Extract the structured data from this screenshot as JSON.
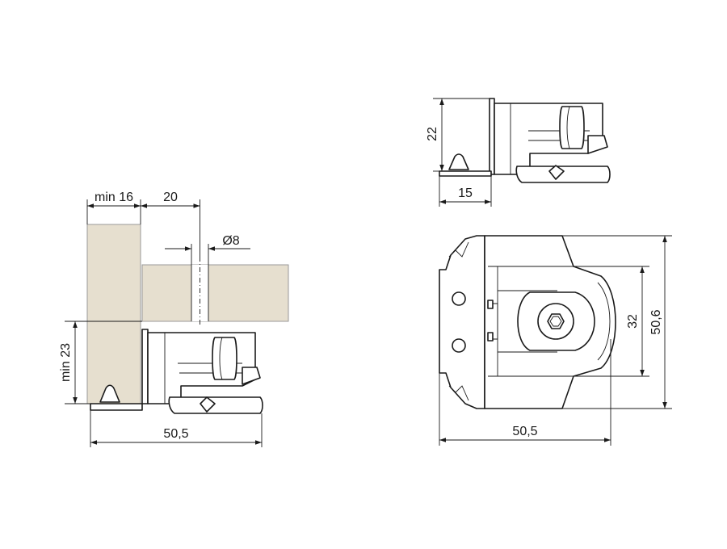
{
  "colors": {
    "panel_fill": "#e6dfcf",
    "line": "#1a1a1a",
    "background": "#ffffff"
  },
  "dimensions": {
    "min_side_thickness": "min 16",
    "offset": "20",
    "bore_diameter": "Ø8",
    "min_height": "min 23",
    "width_front": "50,5",
    "height_side": "22",
    "depth_side": "15",
    "hole_spacing": "32",
    "depth_top": "50,6",
    "width_top": "50,5"
  }
}
